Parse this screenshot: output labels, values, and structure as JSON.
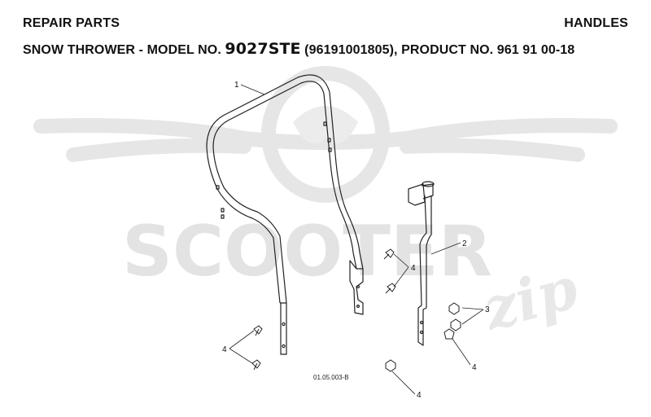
{
  "header": {
    "left_title": "REPAIR PARTS",
    "right_title": "HANDLES",
    "subtitle_prefix": "SNOW THROWER - MODEL NO. ",
    "model_no": "9027STE",
    "subtitle_suffix": " (96191001805), PRODUCT NO. 961 91 00-18"
  },
  "watermark": {
    "brand": "SCOOTER",
    "brand_tail": "zip"
  },
  "diagram": {
    "drawing_code": "01.05.003-B",
    "callouts": [
      "1",
      "2",
      "3",
      "4",
      "4",
      "4",
      "4"
    ]
  },
  "colors": {
    "text": "#111111",
    "line": "#222222",
    "watermark": "#e3e3e3"
  }
}
